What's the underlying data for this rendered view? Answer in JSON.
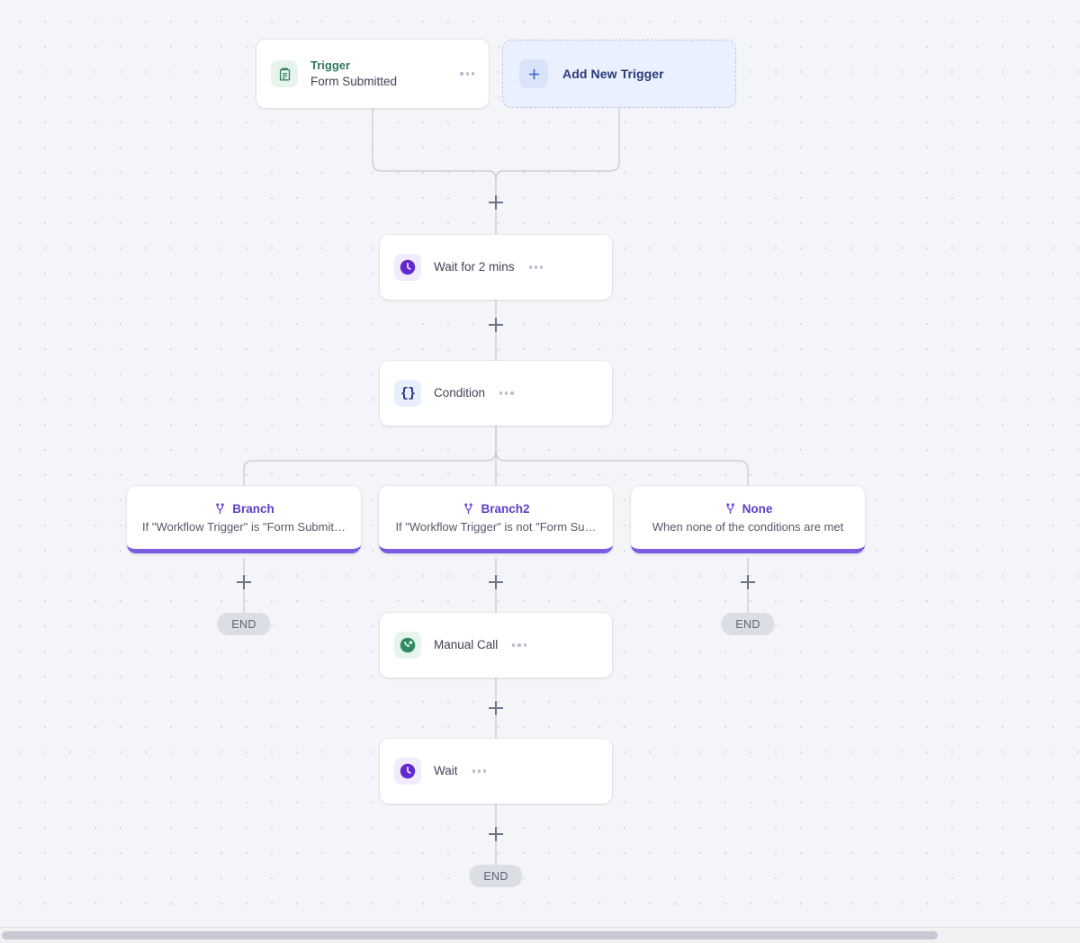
{
  "canvas": {
    "background_color": "#f4f5f9",
    "dot_color": "#d8dae6",
    "accent_purple": "#7b5de2",
    "branch_label_color": "#5b3fc4",
    "trigger_green": "#2f7a5d",
    "add_trigger_blue": "#2a3a77"
  },
  "trigger": {
    "title": "Trigger",
    "subtitle": "Form Submitted",
    "icon": "clipboard-list-icon",
    "menu_icon": "ellipsis-icon"
  },
  "add_trigger": {
    "label": "Add New Trigger",
    "icon": "plus-icon"
  },
  "steps": {
    "wait_1": {
      "title": "Wait for 2 mins",
      "icon": "clock-icon",
      "menu_icon": "ellipsis-icon"
    },
    "condition": {
      "title": "Condition",
      "icon": "braces-icon",
      "glyph": "{}",
      "menu_icon": "ellipsis-icon"
    },
    "manual_call": {
      "title": "Manual Call",
      "icon": "phone-outgoing-icon",
      "menu_icon": "ellipsis-icon"
    },
    "wait_2": {
      "title": "Wait",
      "icon": "clock-icon",
      "menu_icon": "ellipsis-icon"
    }
  },
  "branches": [
    {
      "name": "Branch",
      "description": "If \"Workflow Trigger\" is \"Form Submit…",
      "icon": "branch-fork-icon"
    },
    {
      "name": "Branch2",
      "description": "If \"Workflow Trigger\" is not \"Form Su…",
      "icon": "branch-fork-icon"
    },
    {
      "name": "None",
      "description": "When none of the conditions are met",
      "icon": "branch-fork-icon"
    }
  ],
  "end_nodes": [
    {
      "label": "END"
    },
    {
      "label": "END"
    },
    {
      "label": "END"
    }
  ],
  "add_step_buttons": [
    {
      "name": "add-step-after-trigger"
    },
    {
      "name": "add-step-after-wait-1"
    },
    {
      "name": "add-step-branch-1"
    },
    {
      "name": "add-step-branch-2"
    },
    {
      "name": "add-step-branch-3"
    },
    {
      "name": "add-step-after-manual-call"
    },
    {
      "name": "add-step-after-wait-2"
    }
  ]
}
